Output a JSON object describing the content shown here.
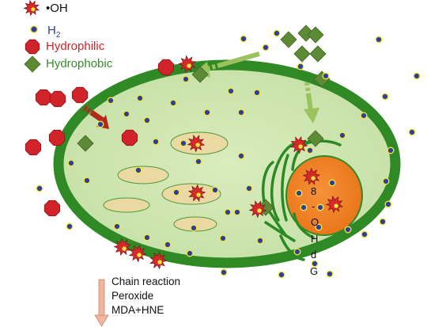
{
  "legend": {
    "oh": {
      "label": "•OH",
      "color": "#d62a2a",
      "icon": "red-burst-icon"
    },
    "h2": {
      "label": "H",
      "subscript": "2",
      "color": "#2d3f9a",
      "icon": "navy-dot-icon"
    },
    "hydrophilic": {
      "label": "Hydrophilic",
      "color": "#d1232a",
      "icon": "red-octagon-icon"
    },
    "hydrophobic": {
      "label": "Hydrophobic",
      "color": "#3a8a2d",
      "icon": "green-diamond-icon"
    }
  },
  "nucleus_label": [
    "8",
    "-",
    "O",
    "H",
    "d",
    "G"
  ],
  "consequences": {
    "items": [
      "Chain reaction",
      "Peroxide",
      "MDA+HNE"
    ],
    "arrow_color": "#f2b49a"
  },
  "colors": {
    "membrane": "#2f8a25",
    "cytoplasm": "#cfe5b0",
    "organelle": "#ead9a2",
    "nucleus": "#f07e22",
    "ros": "#d62a2a",
    "h2": "#2d3f9a",
    "h2_outline": "#f0e53a",
    "hydrophobic": "#5d8a35",
    "hydrophilic": "#d1232a",
    "entry_arrow": "#9bc25e",
    "hydrophilic_arrow": "#b02b1a"
  }
}
